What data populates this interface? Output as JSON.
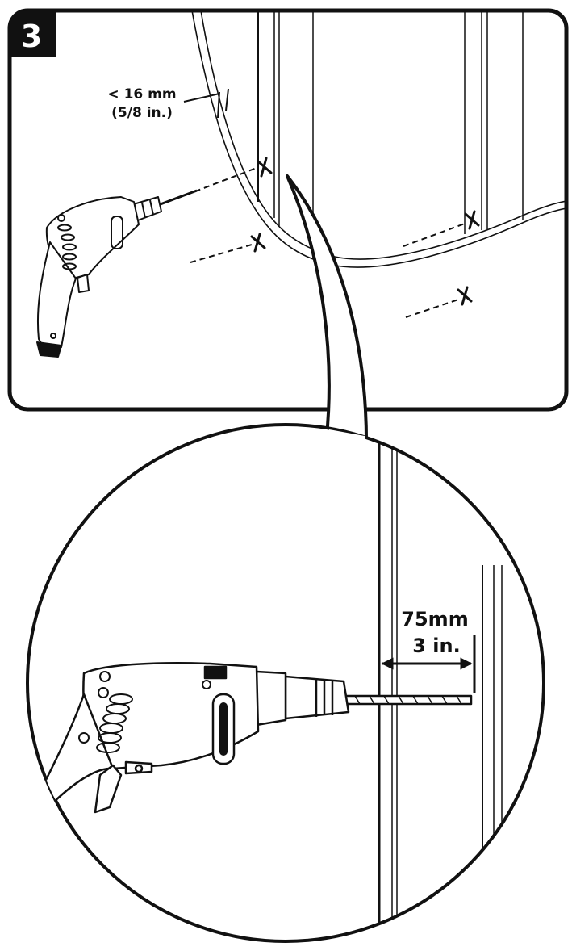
{
  "step": {
    "number": "3"
  },
  "top_panel": {
    "gap_label_metric": "< 16 mm",
    "gap_label_imperial": "(5/8 in.)",
    "drill_marks": 4
  },
  "detail_view": {
    "depth_label_metric": "75mm",
    "depth_label_imperial": "3 in."
  },
  "colors": {
    "line": "#111111",
    "badge": "#111111",
    "background": "#ffffff"
  },
  "icons": [
    "power-drill-icon",
    "drill-mark-x-icon",
    "dimension-arrow-icon"
  ]
}
